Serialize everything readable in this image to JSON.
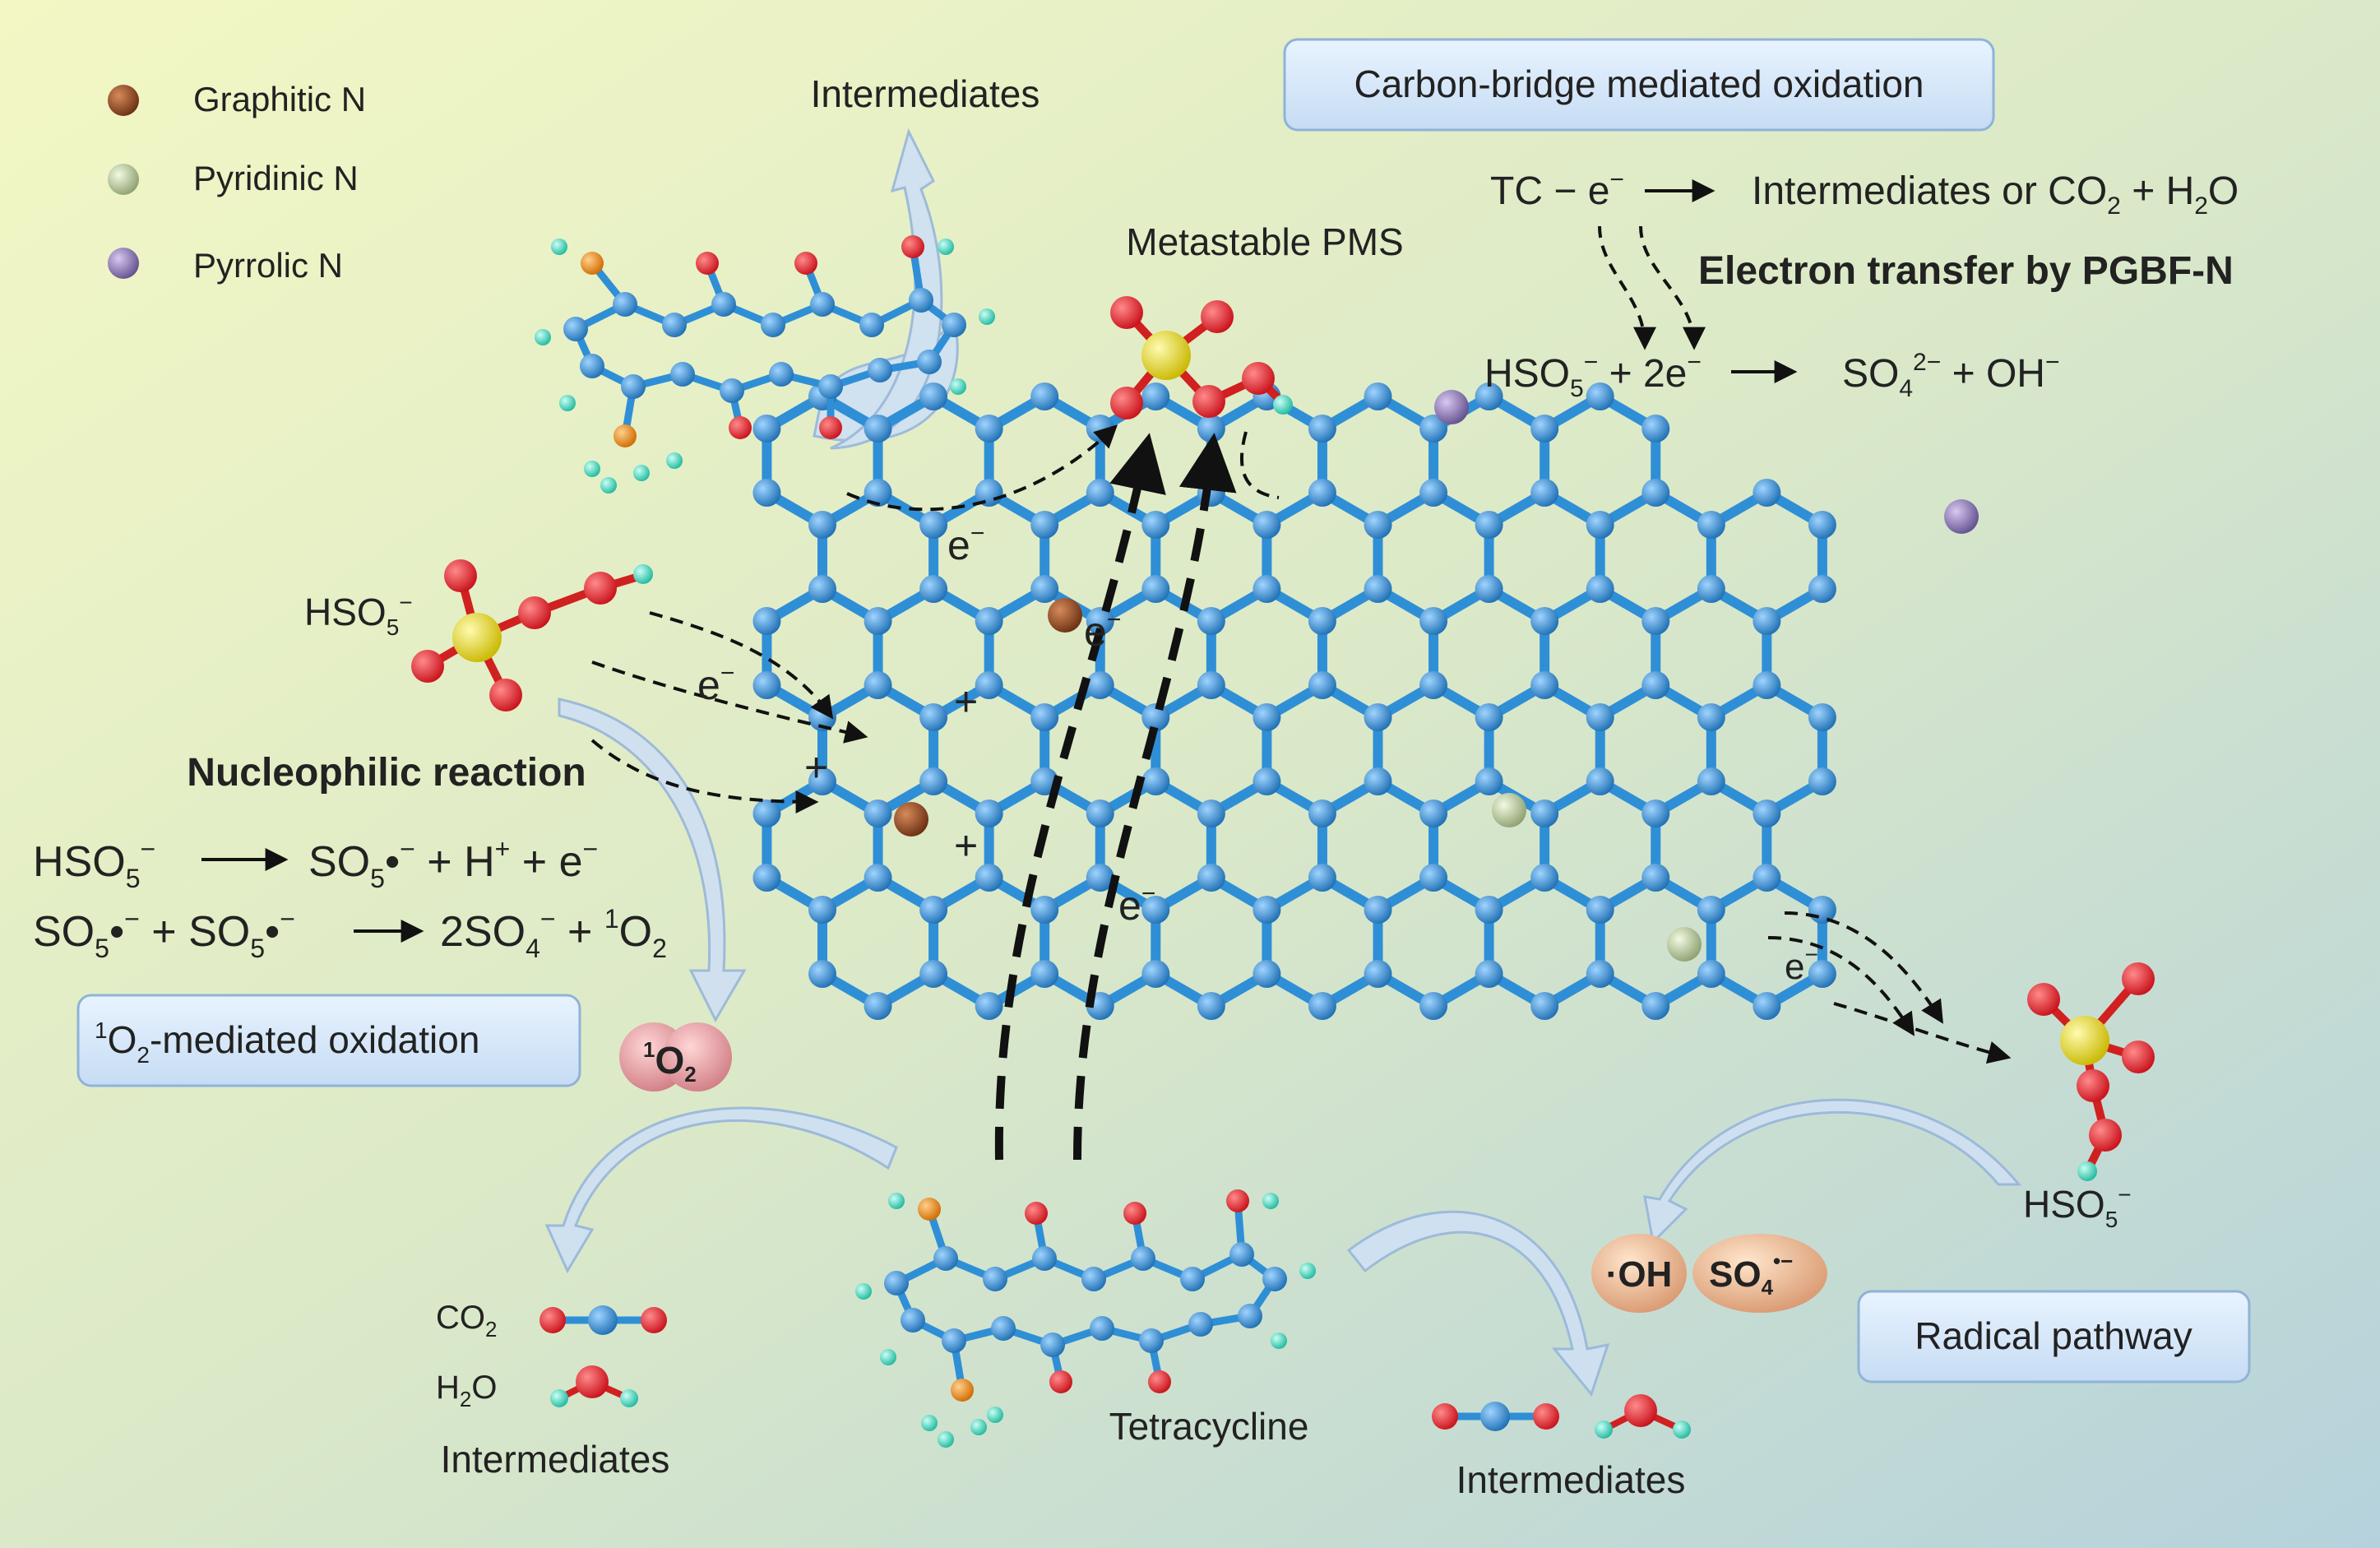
{
  "legend": [
    {
      "label": "Graphitic N",
      "color": "#8b4a26"
    },
    {
      "label": "Pyridinic N",
      "color": "#b8c8a0"
    },
    {
      "label": "Pyrrolic N",
      "color": "#8a78b0"
    }
  ],
  "boxes": {
    "carbon_bridge": "Carbon-bridge mediated oxidation",
    "singlet_sup": "1",
    "singlet_a": "O",
    "singlet_sub": "2",
    "singlet_b": "-mediated oxidation",
    "radical": "Radical pathway"
  },
  "labels": {
    "intermediates_top": "Intermediates",
    "metastable_pms": "Metastable PMS",
    "electron_transfer": "Electron transfer by PGBF-N",
    "nucleophilic": "Nucleophilic reaction",
    "tetracycline": "Tetracycline",
    "intermediates_left": "Intermediates",
    "intermediates_mid": "Intermediates",
    "co2_a": "CO",
    "co2_sub": "2",
    "h2o_a": "H",
    "h2o_sub": "2",
    "h2o_b": "O",
    "hso5_a": "HSO",
    "hso5_sub": "5",
    "hso5_sup": "−",
    "electron": "e",
    "electron_sup": "−",
    "plus": "+",
    "oh_radical": "·OH",
    "so4_a": "SO",
    "so4_sub": "4",
    "so4_sup": "•−",
    "o2_sup": "1",
    "o2_a": "O",
    "o2_sub": "2"
  },
  "equations": {
    "tc_eq_a": "TC  − e",
    "tc_eq_sup": "−",
    "tc_eq_b": "Intermediates or  CO",
    "tc_eq_sub": "2",
    "tc_eq_c": " + H",
    "tc_eq_sub2": "2",
    "tc_eq_d": "O",
    "hso5_eq_a": "HSO",
    "hso5_eq_sub": "5",
    "hso5_eq_sup": "−",
    "hso5_eq_b": " + 2e",
    "hso5_eq_sup2": "−",
    "hso5_eq_c": "SO",
    "hso5_eq_sub2": "4",
    "hso5_eq_sup3": "2−",
    "hso5_eq_d": " + OH",
    "hso5_eq_sup4": "−",
    "nuc1_a": "HSO",
    "nuc1_sub": "5",
    "nuc1_sup": "−",
    "nuc1_b": "SO",
    "nuc1_sub2": "5",
    "nuc1_c": "•",
    "nuc1_sup2": "−",
    "nuc1_d": " + H",
    "nuc1_sup3": "+",
    "nuc1_e": " + e",
    "nuc1_sup4": "−",
    "nuc2_a": "SO",
    "nuc2_sub": "5",
    "nuc2_b": "•",
    "nuc2_sup": "−",
    "nuc2_c": " + SO",
    "nuc2_sub2": "5",
    "nuc2_d": "•",
    "nuc2_sup2": "−",
    "nuc2_e": "2SO",
    "nuc2_sub3": "4",
    "nuc2_sup3": "−",
    "nuc2_f": " + ",
    "nuc2_sup4": "1",
    "nuc2_g": "O",
    "nuc2_sub4": "2"
  },
  "colors": {
    "lattice": "#2f8fd6",
    "oxygen": "#e0222a",
    "sulfur": "#f0e21c",
    "hydrogen": "#4ee0c8",
    "nitrogen_orange": "#f08a1a",
    "background_a": "#f2f6c6",
    "background_b": "#b9d6de"
  }
}
